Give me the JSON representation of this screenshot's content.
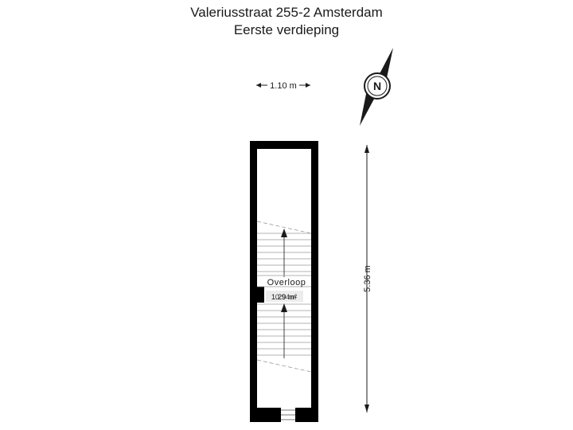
{
  "header": {
    "title": "Valeriusstraat 255-2 Amsterdam",
    "subtitle": "Eerste verdieping"
  },
  "scale_bar": {
    "label": "1.10 m"
  },
  "compass": {
    "north_letter": "N",
    "icon": "compass-north-icon"
  },
  "dimension": {
    "height_label": "5.36 m"
  },
  "room": {
    "name": "Overloop",
    "area": "1.29 m²",
    "dimensions": "0.94m"
  },
  "colors": {
    "wall": "#000000",
    "stair_line": "#9a9a9a",
    "label_bg": "#ececec",
    "text": "#1a1a1a"
  }
}
